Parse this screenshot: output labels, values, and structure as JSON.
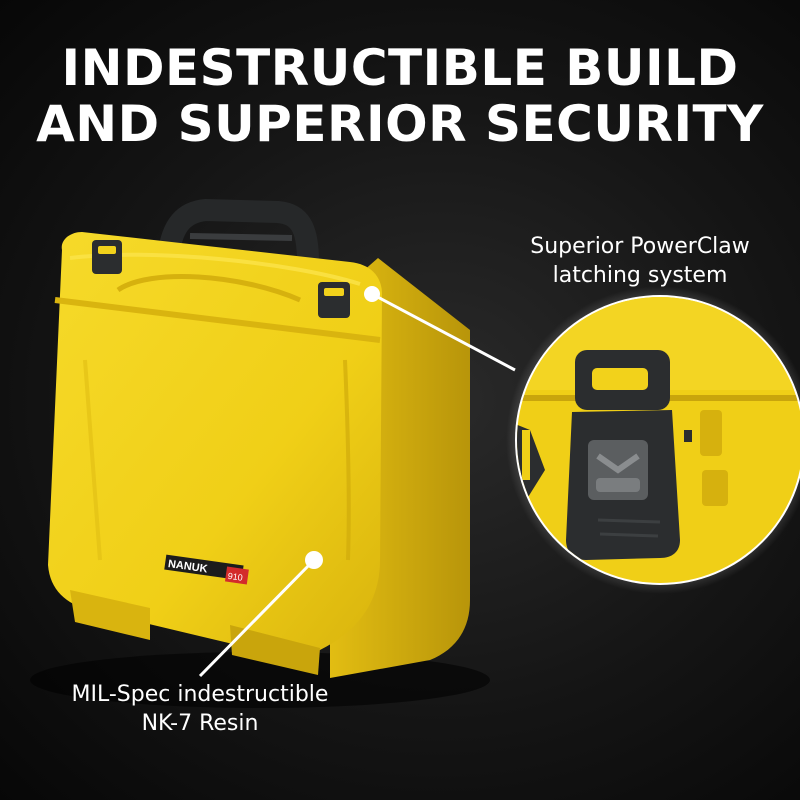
{
  "headline": {
    "line1": "INDESTRUCTIBLE BUILD",
    "line2": "AND SUPERIOR SECURITY"
  },
  "product": {
    "brand": "NANUK",
    "model": "910",
    "color": "#f2d21b",
    "latch_color": "#2b2d2f"
  },
  "callouts": {
    "latch": {
      "line1": "Superior PowerClaw",
      "line2": "latching system"
    },
    "resin": {
      "line1": "MIL-Spec indestructible",
      "line2": "NK-7 Resin"
    }
  },
  "colors": {
    "background": "#111111",
    "text": "#ffffff"
  }
}
